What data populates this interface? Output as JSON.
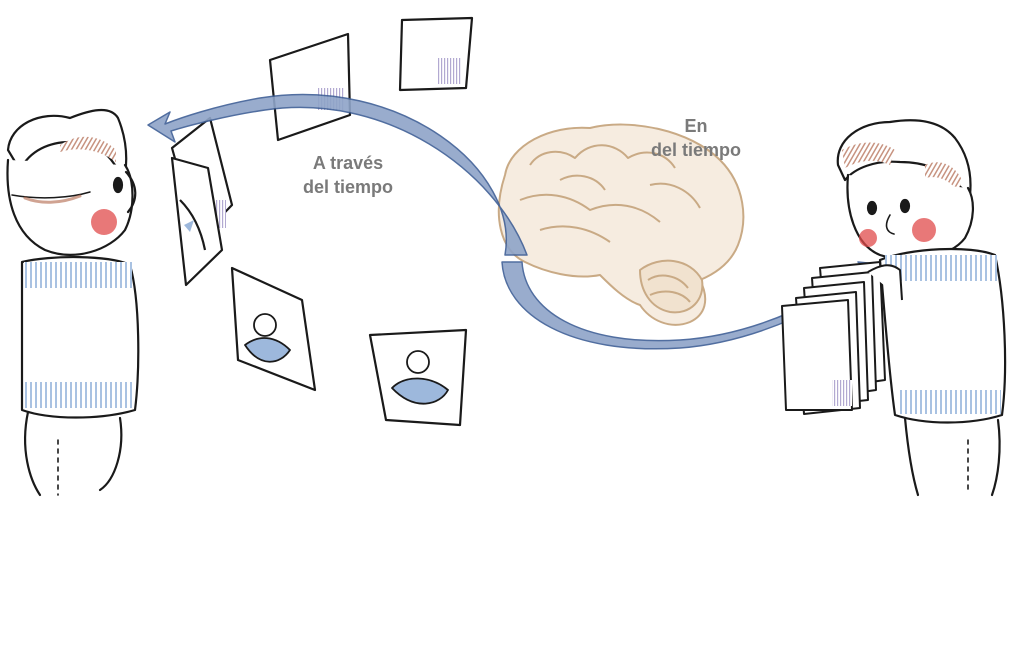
{
  "labels": {
    "across_time": {
      "line1": "A través",
      "line2": "del tiempo"
    },
    "in_time": {
      "line1": "En",
      "line2": "del tiempo"
    }
  },
  "colors": {
    "arrow_fill": "#8ea4c8",
    "arrow_stroke": "#3f5f96",
    "sweater_stripe": "#9db8dc",
    "cheek": "#e04b4b",
    "hair_shade": "#b0664a",
    "brain_outline": "#c9aa85",
    "brain_fill": "#f6ece0",
    "ink": "#1a1a1a",
    "label_text": "#7a7a7a"
  },
  "icons": [
    "person-left-icon",
    "person-right-icon",
    "brain-icon",
    "photo-icon",
    "paper-stack-icon"
  ]
}
